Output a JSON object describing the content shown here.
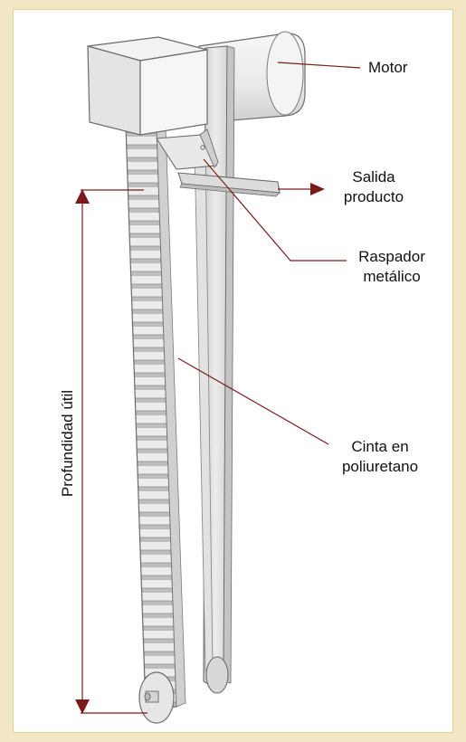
{
  "labels": {
    "motor": "Motor",
    "salida_line1": "Salida",
    "salida_line2": "producto",
    "raspador_line1": "Raspador",
    "raspador_line2": "metálico",
    "cinta_line1": "Cinta en",
    "cinta_line2": "poliuretano",
    "profundidad": "Profundidad útil"
  },
  "colors": {
    "page_background": "#f3e6c4",
    "frame_border": "#e2cf9e",
    "annotation_line": "#7a1a1a",
    "arrow": "#7a1a1a",
    "sketch_stroke": "#6b6b6b"
  }
}
